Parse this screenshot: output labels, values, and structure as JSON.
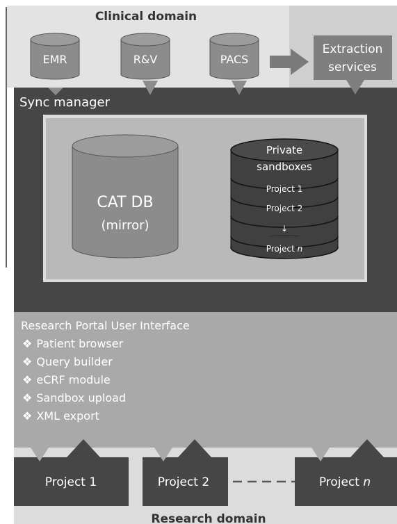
{
  "diagram": {
    "clinical_domain_label": "Clinical domain",
    "research_domain_label": "Research domain",
    "sources": [
      {
        "label": "EMR"
      },
      {
        "label": "R&V"
      },
      {
        "label": "PACS"
      }
    ],
    "extraction": {
      "line1": "Extraction",
      "line2": "services"
    },
    "sync_manager_label": "Sync manager",
    "cat_db": {
      "line1": "CAT DB",
      "line2": "(mirror)"
    },
    "sandboxes": {
      "title_line1": "Private",
      "title_line2": "sandboxes",
      "layers": [
        "Project 1",
        "Project 2",
        "↓"
      ],
      "last_layer_prefix": "Project ",
      "last_layer_var": "n"
    },
    "portal": {
      "title": "Research Portal User Interface",
      "bullet_glyph": "❖",
      "features": [
        "Patient browser",
        "Query builder",
        "eCRF module",
        "Sandbox upload",
        "XML export"
      ]
    },
    "projects": [
      {
        "prefix": "Project 1",
        "var": ""
      },
      {
        "prefix": "Project 2",
        "var": ""
      },
      {
        "prefix": "Project ",
        "var": "n"
      }
    ],
    "colors": {
      "clinical_bg": "#e3e3e3",
      "extraction_bg": "#cfcfcf",
      "dark_box": "#464646",
      "inner_light": "#dcdcdc",
      "inner_mid": "#b9b9b9",
      "portal_bg": "#a9a9a9",
      "cylinder": "#8c8c8c",
      "sandbox": "#404040",
      "arrow": "#7a7a7a"
    }
  }
}
